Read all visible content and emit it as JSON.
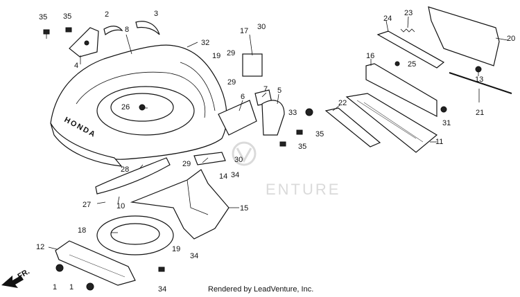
{
  "footer": "Rendered by LeadVenture, Inc.",
  "watermark": "ENTURE",
  "brand": "HONDA",
  "direction_label": "FR.",
  "callouts": [
    "1",
    "1",
    "2",
    "3",
    "4",
    "5",
    "6",
    "7",
    "8",
    "10",
    "11",
    "12",
    "13",
    "14",
    "15",
    "16",
    "17",
    "18",
    "19",
    "19",
    "20",
    "21",
    "22",
    "23",
    "24",
    "25",
    "26",
    "27",
    "28",
    "29",
    "29",
    "29",
    "30",
    "30",
    "31",
    "32",
    "33",
    "34",
    "34",
    "34",
    "35",
    "35",
    "35",
    "35"
  ]
}
